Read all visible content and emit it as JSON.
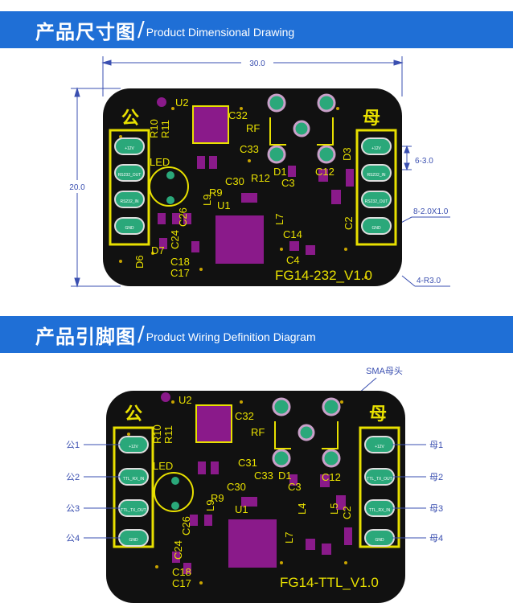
{
  "section1": {
    "title_cn": "产品尺寸图",
    "slash": "/",
    "title_en": "Product Dimensional Drawing",
    "dim_width": "30.0",
    "dim_height": "20.0",
    "dim_pitch": "6-3.0",
    "dim_pad": "8-2.0X1.0",
    "dim_radius": "4-R3.0",
    "board_label": "FG14-232_V1.0",
    "male_char": "公",
    "female_char": "母",
    "left_pins": [
      "+12V",
      "RS232_OUT",
      "RS232_IN",
      "GND"
    ],
    "right_pins": [
      "+12V",
      "RS232_IN",
      "RS232_OUT",
      "GND"
    ],
    "ref_labels": [
      "U2",
      "C32",
      "RF",
      "C33",
      "R10",
      "R11",
      "LED",
      "C30",
      "R9",
      "R12",
      "D1",
      "C12",
      "D3",
      "C3",
      "C2",
      "U1",
      "L9",
      "L7",
      "C14",
      "C26",
      "C24",
      "C18",
      "C17",
      "D7",
      "D6",
      "C4"
    ]
  },
  "section2": {
    "title_cn": "产品引脚图",
    "slash": "/",
    "title_en": "Product Wiring Definition Diagram",
    "sma_label": "SMA母头",
    "board_label": "FG14-TTL_V1.0",
    "male_char": "公",
    "female_char": "母",
    "left_callouts": [
      "公1",
      "公2",
      "公3",
      "公4"
    ],
    "right_callouts": [
      "母1",
      "母2",
      "母3",
      "母4"
    ],
    "left_pins": [
      "+12V",
      "TTL_RX_IN",
      "TTL_TX_OUT",
      "GND"
    ],
    "right_pins": [
      "+12V",
      "TTL_TX_OUT",
      "TTL_RX_IN",
      "GND"
    ],
    "ref_labels": [
      "U2",
      "C32",
      "RF",
      "C31",
      "R10",
      "R11",
      "LED",
      "C30",
      "R9",
      "C33",
      "D1",
      "C3",
      "C12",
      "U1",
      "L9",
      "L4",
      "L5",
      "C2",
      "L7",
      "C26",
      "C24",
      "C18",
      "C17"
    ]
  },
  "colors": {
    "banner": "#1f6fd6",
    "board": "#111111",
    "silk": "#e8e000",
    "pad": "#8a1a8a",
    "dim": "#3a4fb0"
  }
}
